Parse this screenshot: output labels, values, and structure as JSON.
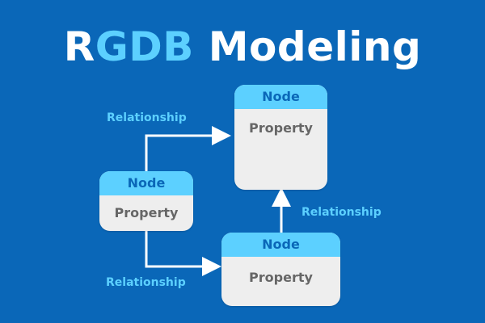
{
  "title": {
    "first": "R",
    "accent": "GDB",
    "rest": "Modeling"
  },
  "colors": {
    "background": "#0a67b8",
    "accent": "#5cd0ff",
    "node_body": "#eeeeee",
    "node_text": "#666666",
    "node_header_text": "#0a67b8",
    "connector": "#ffffff"
  },
  "nodes": [
    {
      "header": "Node",
      "property": "Property"
    },
    {
      "header": "Node",
      "property": "Property"
    },
    {
      "header": "Node",
      "property": "Property"
    }
  ],
  "relationships": [
    {
      "label": "Relationship"
    },
    {
      "label": "Relationship"
    },
    {
      "label": "Relationship"
    }
  ]
}
